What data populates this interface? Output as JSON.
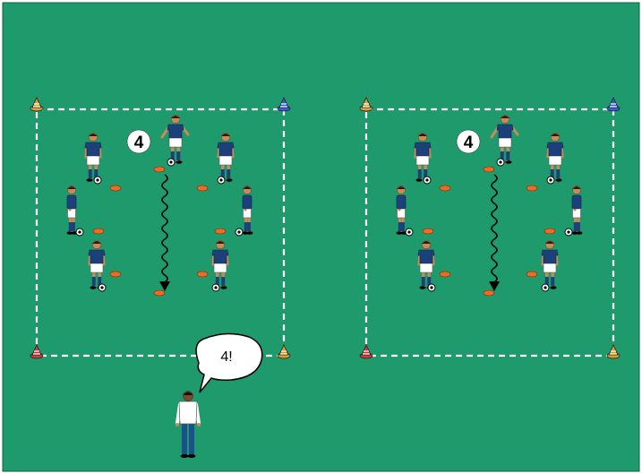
{
  "colors": {
    "pitch": "#1f9a6c",
    "pitch_border": "#0f5f42",
    "boundary": "#ffffff",
    "jersey": "#1d3f7a",
    "shorts": "#ffffff",
    "skin": "#c98a5a",
    "hair": "#2a1a10",
    "marker": "#f26a21",
    "arrow": "#000000",
    "coach_shirt": "#ffffff",
    "coach_trousers": "#1c4f8c"
  },
  "cone_colors": {
    "top_left": "#d9a23a",
    "top_right": "#3a5bd9",
    "bottom_left": "#d23a3a",
    "bottom_right": "#e0a020"
  },
  "drills": [
    {
      "id": "left",
      "number_label": "4"
    },
    {
      "id": "right",
      "number_label": "4"
    }
  ],
  "coach": {
    "speech": "4!"
  },
  "icons": {
    "player": "soccer-player-icon",
    "ball": "soccer-ball-icon",
    "cone": "cone-icon",
    "marker": "disc-marker-icon",
    "coach": "coach-icon"
  }
}
